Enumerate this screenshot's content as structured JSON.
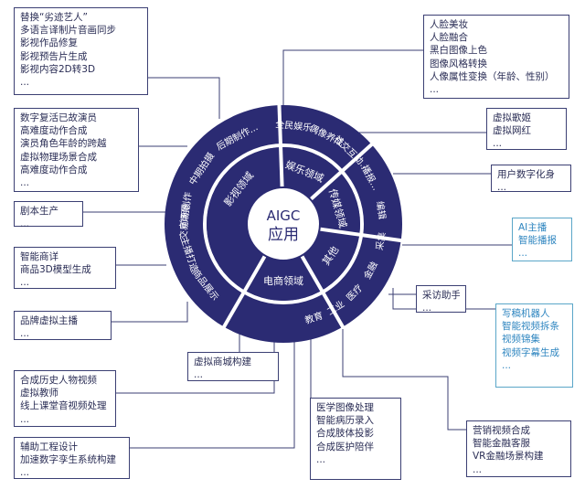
{
  "center": {
    "line1": "AIGC",
    "line2": "应用"
  },
  "inner_ring": [
    {
      "label": "影视领域"
    },
    {
      "label": "娱乐领域"
    },
    {
      "label": "传媒领域"
    },
    {
      "label": "其他"
    },
    {
      "label": "电商领域"
    }
  ],
  "outer_ring": [
    {
      "label": "前期创作"
    },
    {
      "label": "中期拍摄"
    },
    {
      "label": "后期制作..."
    },
    {
      "label": "全民娱乐"
    },
    {
      "label": "偶像养成"
    },
    {
      "label": "社交互动..."
    },
    {
      "label": "播报..."
    },
    {
      "label": "编辑"
    },
    {
      "label": "采集"
    },
    {
      "label": "金融"
    },
    {
      "label": "医疗"
    },
    {
      "label": "工业"
    },
    {
      "label": "教育"
    },
    {
      "label": "商品展示"
    },
    {
      "label": "主播打造"
    },
    {
      "label": "交易场景..."
    }
  ],
  "boxes": {
    "film_post": [
      "替换“劣迹艺人”",
      "多语言译制片音画同步",
      "影视作品修复",
      "影视预告片生成",
      "影视内容2D转3D",
      "..."
    ],
    "film_shoot": [
      "数字复活已故演员",
      "高难度动作合成",
      "演员角色年龄的跨越",
      "虚拟物理场景合成",
      "高难度动作合成",
      "..."
    ],
    "film_script": [
      "剧本生产",
      "..."
    ],
    "ecom_display": [
      "智能商详",
      "商品3D模型生成",
      "..."
    ],
    "ecom_host": [
      "品牌虚拟主播",
      "..."
    ],
    "ecom_scene": [
      "虚拟商城构建",
      "..."
    ],
    "education": [
      "合成历史人物视频",
      "虚拟教师",
      "线上课堂音视频处理",
      "..."
    ],
    "industry": [
      "辅助工程设计",
      "加速数字孪生系统构建",
      "..."
    ],
    "medical": [
      "医学图像处理",
      "智能病历录入",
      "合成肢体投影",
      "合成医护陪伴",
      "..."
    ],
    "finance": [
      "营销视频合成",
      "智能金融客服",
      "VR金融场景构建",
      "..."
    ],
    "media_edit": [
      "写稿机器人",
      "智能视频拆条",
      "视频锦集",
      "视频字幕生成",
      "..."
    ],
    "media_collect": [
      "采访助手",
      "..."
    ],
    "media_broadcast": [
      "AI主播",
      "智能播报",
      "..."
    ],
    "ent_social": [
      "用户数字化身",
      "..."
    ],
    "ent_idol": [
      "虚拟歌姬",
      "虚拟网红",
      "..."
    ],
    "ent_fun": [
      "人脸美妆",
      "人脸融合",
      "黑白图像上色",
      "图像风格转换",
      "人像属性变换（年龄、性别）",
      "..."
    ]
  },
  "colors": {
    "ring": "#2b2b73",
    "divider": "#ffffff",
    "line": "#3b3f73",
    "cyan": "#2f86c0"
  }
}
